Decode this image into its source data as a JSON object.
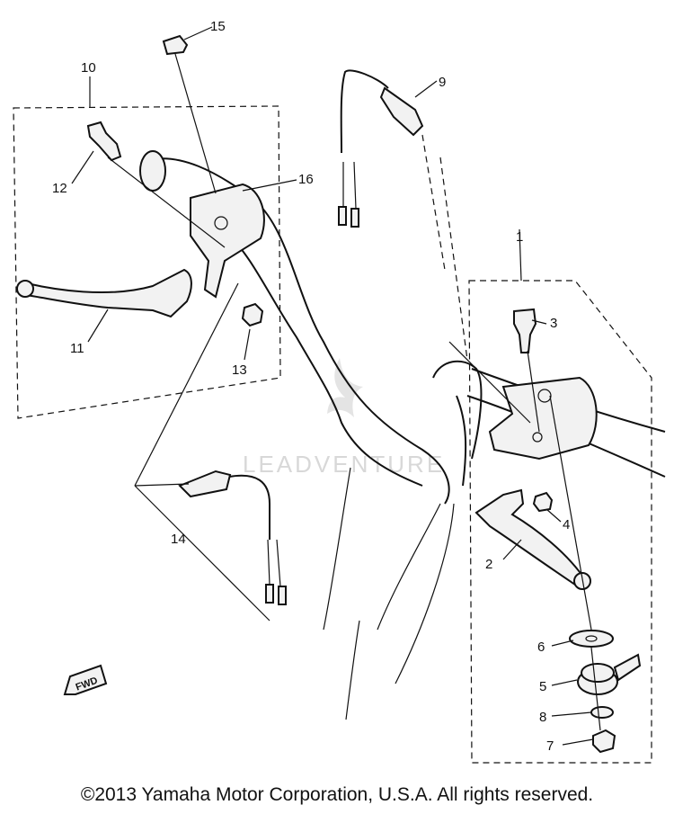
{
  "callouts": {
    "c1": "1",
    "c2": "2",
    "c3": "3",
    "c4": "4",
    "c5": "5",
    "c6": "6",
    "c7": "7",
    "c8": "8",
    "c9": "9",
    "c10": "10",
    "c11": "11",
    "c12": "12",
    "c13": "13",
    "c14": "14",
    "c15": "15",
    "c16": "16"
  },
  "direction_marker": "FWD",
  "watermark_text": "LEADVENTURE",
  "footer": {
    "copyright": "©2013 Yamaha Motor Corporation, U.S.A. All rights reserved."
  }
}
